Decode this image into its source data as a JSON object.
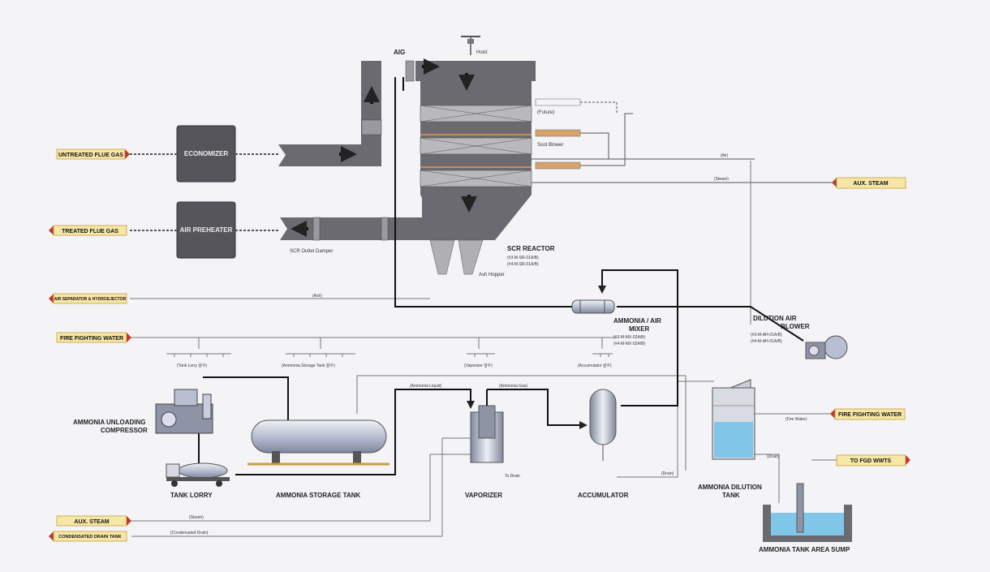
{
  "tags": {
    "untreated_flue_gas": "UNTREATED FLUE GAS",
    "treated_flue_gas": "TREATED FLUE GAS",
    "ash_separator": "AIR SEPARATOR & HYDROEJECTOR",
    "fire_fighting_water_left": "FIRE FIGHTING WATER",
    "aux_steam_right": "AUX. STEAM",
    "fire_fighting_water_right": "FIRE FIGHTING WATER",
    "to_fgd_wwts": "TO FGD WWTS",
    "aux_steam_bottom": "AUX. STEAM",
    "condensated_drain_tank": "CONDENSATED DRAIN TANK"
  },
  "equipment": {
    "economizer": "ECONOMIZER",
    "air_preheater": "AIR PREHEATER",
    "aig": "AIG",
    "hoist": "Hoist",
    "future": "(Future)",
    "soot_blower": "Soot Blower",
    "scr_outlet_damper": "SCR Outlet Damper",
    "scr_reactor": "SCR REACTOR",
    "scr_reactor_tag1": "(#3-M-SR-01A/B)",
    "scr_reactor_tag2": "(#4-M-SR-01A/B)",
    "ash_hopper": "Ash Hopper",
    "ammonia_air_mixer_1": "AMMONIA / AIR",
    "ammonia_air_mixer_2": "MIXER",
    "mixer_tag1": "(#3-M-MX-02A/B)",
    "mixer_tag2": "(#4-M-MX-02A/B)",
    "dilution_air_blower_1": "DILUTION AIR",
    "dilution_air_blower_2": "BLOWER",
    "blower_tag1": "(#3-M-AH-01A/B)",
    "blower_tag2": "(#4-M-AH-01A/B)",
    "ammonia_unloading_1": "AMMONIA UNLOADING",
    "ammonia_unloading_2": "COMPRESSOR",
    "tank_lorry": "TANK LORRY",
    "ammonia_storage_tank": "AMMONIA STORAGE TANK",
    "vaporizer": "VAPORIZER",
    "accumulator": "ACCUMULATOR",
    "ammonia_dilution_tank_1": "AMMONIA DILUTION",
    "ammonia_dilution_tank_2": "TANK",
    "ammonia_tank_area_sump": "AMMONIA TANK AREA SUMP"
  },
  "lines": {
    "air": "(Air)",
    "steam": "(Steam)",
    "ash": "(Ash)",
    "sprinkler_tank_lorry": "(Tank Lorry 살수)",
    "sprinkler_storage_tank": "(Ammonia Storage Tank 살수)",
    "sprinkler_vaporizer": "(Vaporizer 살수)",
    "sprinkler_accumulator": "(Accumulator 살수)",
    "ammonia_liquid": "(Ammonia Liquid)",
    "ammonia_gas": "(Ammonia Gas)",
    "fire_water": "(Fire Water)",
    "drain_sump": "(Drain)",
    "drain_acc": "(Drain)",
    "to_drain": "To Drain",
    "steam_bottom": "(Steam)",
    "condensated_drain": "(Condensated Drain)"
  },
  "colors": {
    "duct": "#6b6a70",
    "duct_dark": "#4a4a50",
    "box": "#56555b",
    "tag_fill": "#f7e7a6",
    "tag_arrow": "#c0392b",
    "water": "#7fc6e8"
  }
}
